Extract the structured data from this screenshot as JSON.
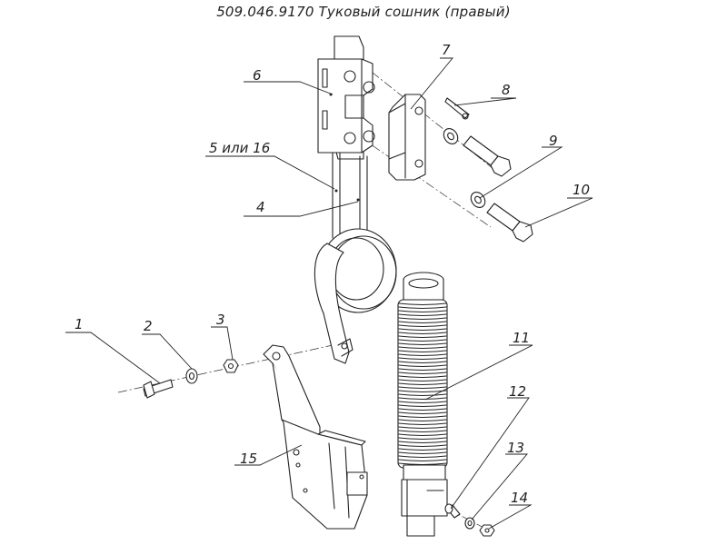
{
  "title": "509.046.9170 Туковый сошник (правый)",
  "labels": {
    "l1": "1",
    "l2": "2",
    "l3": "3",
    "l4": "4",
    "l5": "5 или 16",
    "l6": "6",
    "l7": "7",
    "l8": "8",
    "l9": "9",
    "l10": "10",
    "l11": "11",
    "l12": "12",
    "l13": "13",
    "l14": "14",
    "l15": "15"
  }
}
